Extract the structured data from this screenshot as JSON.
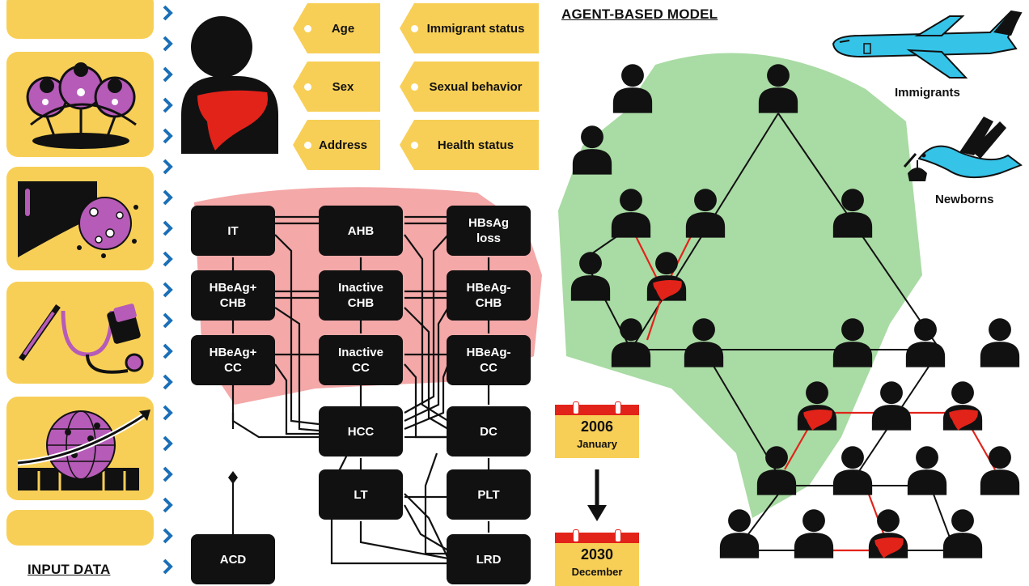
{
  "left_panel": {
    "title": "INPUT DATA"
  },
  "agent": {
    "attributes_left": [
      "Age",
      "Sex",
      "Address"
    ],
    "attributes_right": [
      "Immigrant status",
      "Sexual behavior",
      "Health status"
    ]
  },
  "model_title": "AGENT-BASED MODEL",
  "states": {
    "it": "IT",
    "ahb": "AHB",
    "hbsag_loss": "HBsAg\nloss",
    "hbeag_pos_chb": "HBeAg+\nCHB",
    "inactive_chb": "Inactive\nCHB",
    "hbeag_neg_chb": "HBeAg-\nCHB",
    "hbeag_pos_cc": "HBeAg+\nCC",
    "inactive_cc": "Inactive\nCC",
    "hbeag_neg_cc": "HBeAg-\nCC",
    "hcc": "HCC",
    "dc": "DC",
    "lt": "LT",
    "plt": "PLT",
    "acd": "ACD",
    "lrd": "LRD"
  },
  "timeline": {
    "start": {
      "year": "2006",
      "month": "January"
    },
    "end": {
      "year": "2030",
      "month": "December"
    }
  },
  "sources": {
    "immigrants": "Immigrants",
    "newborns": "Newborns"
  },
  "colors": {
    "panel_yellow": "#f8cf56",
    "chevron_blue": "#1a6fb8",
    "infected_red": "#e2231a",
    "binary_green": "#8fcf8a",
    "binary_pink": "#f29a9a",
    "plane_cyan": "#35c3e8",
    "magenta": "#b65bb8"
  }
}
